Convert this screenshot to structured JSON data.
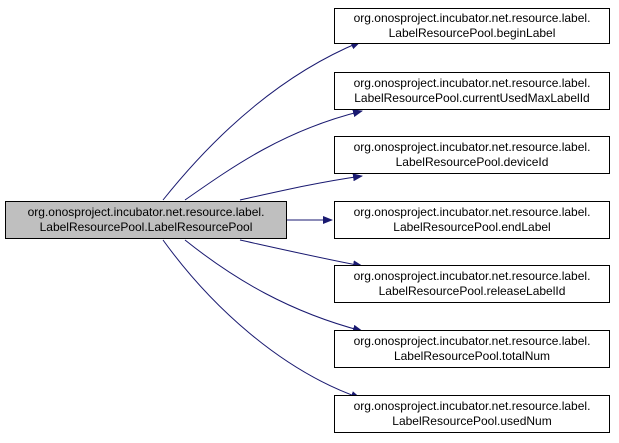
{
  "graph": {
    "root": {
      "line1": "org.onosproject.incubator.net.resource.label.",
      "line2": "LabelResourcePool.LabelResourcePool"
    },
    "callees": [
      {
        "line1": "org.onosproject.incubator.net.resource.label.",
        "line2": "LabelResourcePool.beginLabel"
      },
      {
        "line1": "org.onosproject.incubator.net.resource.label.",
        "line2": "LabelResourcePool.currentUsedMaxLabelId"
      },
      {
        "line1": "org.onosproject.incubator.net.resource.label.",
        "line2": "LabelResourcePool.deviceId"
      },
      {
        "line1": "org.onosproject.incubator.net.resource.label.",
        "line2": "LabelResourcePool.endLabel"
      },
      {
        "line1": "org.onosproject.incubator.net.resource.label.",
        "line2": "LabelResourcePool.releaseLabelId"
      },
      {
        "line1": "org.onosproject.incubator.net.resource.label.",
        "line2": "LabelResourcePool.totalNum"
      },
      {
        "line1": "org.onosproject.incubator.net.resource.label.",
        "line2": "LabelResourcePool.usedNum"
      }
    ]
  },
  "colors": {
    "root_fill": "#bfbfbf",
    "node_fill": "#ffffff",
    "border": "#000000",
    "edge": "#191970"
  }
}
